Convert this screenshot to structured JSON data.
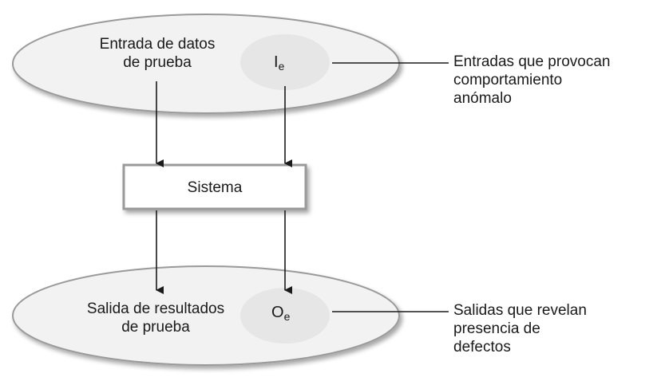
{
  "input_ellipse": {
    "label_lines": [
      "Entrada de datos",
      "de prueba"
    ],
    "symbol": "I",
    "symbol_sub": "e"
  },
  "system_box": {
    "label": "Sistema"
  },
  "output_ellipse": {
    "label_lines": [
      "Salida de resultados",
      "de prueba"
    ],
    "symbol": "O",
    "symbol_sub": "e"
  },
  "annotations": {
    "inputs": [
      "Entradas que provocan",
      "comportamiento",
      "anómalo"
    ],
    "outputs": [
      "Salidas que revelan",
      "presencia de",
      "defectos"
    ]
  },
  "colors": {
    "ellipse_fill": "#f2f2f2",
    "inner_fill": "#e6e6e6",
    "stroke": "#9a9a9a",
    "line": "#1a1a1a"
  }
}
